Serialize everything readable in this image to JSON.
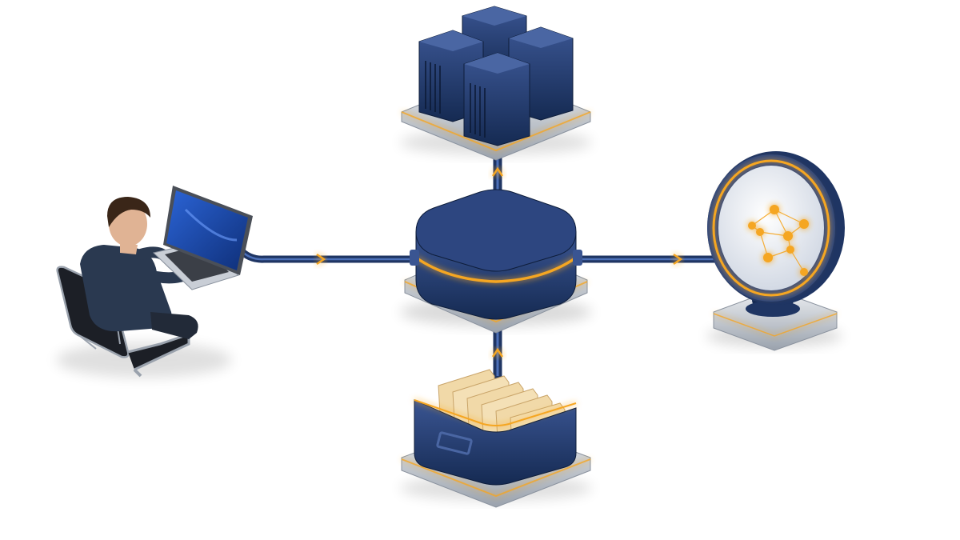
{
  "diagram": {
    "nodes": [
      {
        "id": "user",
        "icon": "user-at-laptop-icon"
      },
      {
        "id": "hub",
        "icon": "central-hub-icon"
      },
      {
        "id": "servers",
        "icon": "server-cluster-icon"
      },
      {
        "id": "archive",
        "icon": "file-drawer-icon"
      },
      {
        "id": "network-viewer",
        "icon": "magnified-network-graph-icon"
      }
    ],
    "edges": [
      {
        "from": "user",
        "to": "hub",
        "direction": "right"
      },
      {
        "from": "hub",
        "to": "network-viewer",
        "direction": "right"
      },
      {
        "from": "hub",
        "to": "servers",
        "direction": "up"
      },
      {
        "from": "archive",
        "to": "hub",
        "direction": "up"
      }
    ]
  },
  "colors": {
    "navy": "#1f3563",
    "navy_dark": "#14264a",
    "accent_glow": "#f5a623",
    "platform": "#c9ced6",
    "laptop_screen": "#1d4fb3",
    "folder": "#f1d9a8"
  }
}
